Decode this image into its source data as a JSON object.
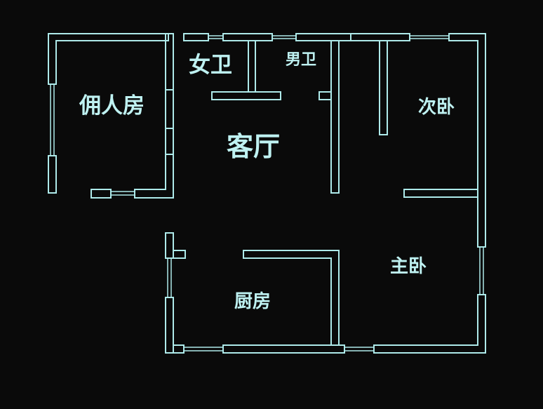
{
  "colors": {
    "background": "#0a0a0a",
    "lines": "#aeeaea",
    "text": "#bff2f2"
  },
  "rooms": {
    "womens_wc": "女卫",
    "mens_wc": "男卫",
    "servant_room": "佣人房",
    "living_room": "客厅",
    "second_bedroom": "次卧",
    "master_bedroom": "主卧",
    "kitchen": "厨房"
  }
}
